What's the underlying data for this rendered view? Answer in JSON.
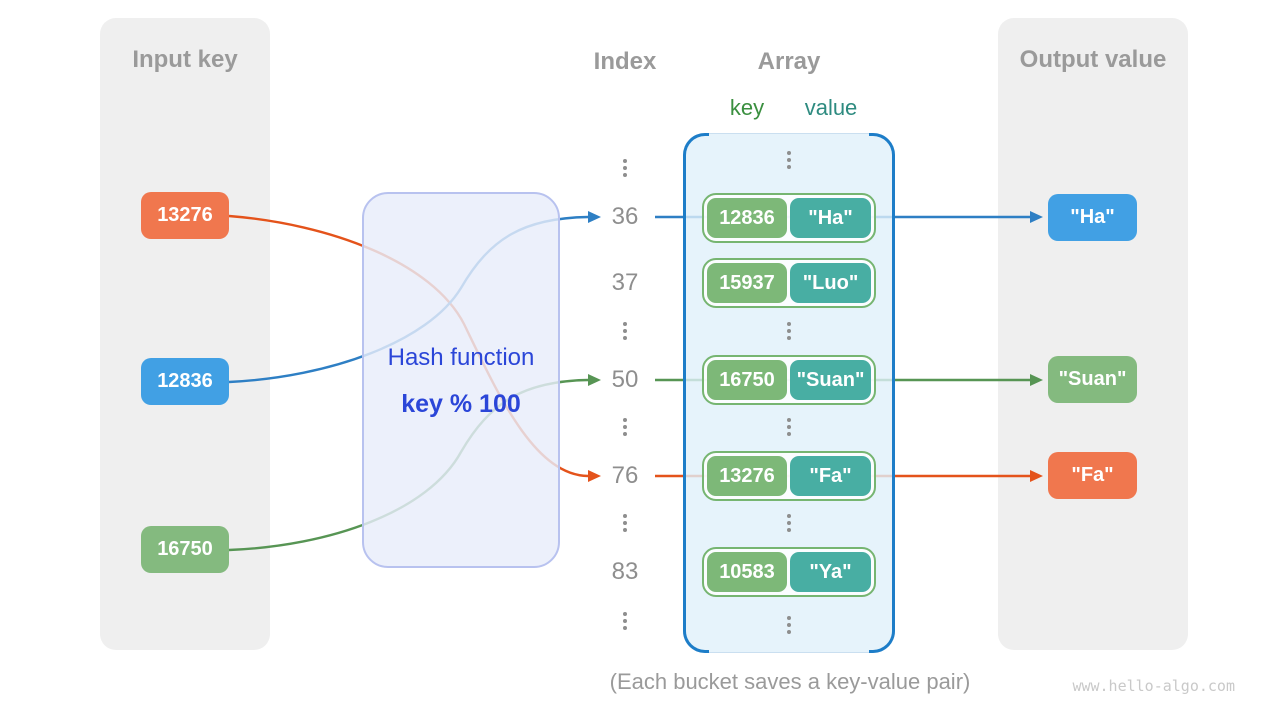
{
  "input_panel": {
    "title": "Input key",
    "keys": [
      {
        "label": "13276",
        "color": "#f0774e"
      },
      {
        "label": "12836",
        "color": "#41a0e4"
      },
      {
        "label": "16750",
        "color": "#84ba7f"
      }
    ]
  },
  "hash_box": {
    "title": "Hash function",
    "formula": "key % 100"
  },
  "index_column": {
    "title": "Index",
    "entries": [
      "36",
      "37",
      "50",
      "76",
      "83"
    ]
  },
  "array_box": {
    "title": "Array",
    "key_header": "key",
    "value_header": "value",
    "buckets": [
      {
        "index": "36",
        "key": "12836",
        "value": "\"Ha\""
      },
      {
        "index": "37",
        "key": "15937",
        "value": "\"Luo\""
      },
      {
        "index": "50",
        "key": "16750",
        "value": "\"Suan\""
      },
      {
        "index": "76",
        "key": "13276",
        "value": "\"Fa\""
      },
      {
        "index": "83",
        "key": "10583",
        "value": "\"Ya\""
      }
    ]
  },
  "output_panel": {
    "title": "Output value",
    "values": [
      {
        "label": "\"Ha\"",
        "color": "#41a0e4"
      },
      {
        "label": "\"Suan\"",
        "color": "#84ba7f"
      },
      {
        "label": "\"Fa\"",
        "color": "#f0774e"
      }
    ]
  },
  "caption": "(Each bucket saves a key-value pair)",
  "watermark": "www.hello-algo.com",
  "colors": {
    "panel_bg": "#efefef",
    "heading_text": "#9a9a9a",
    "index_text": "#8e8e8e",
    "orange_badge": "#f0774e",
    "orange_line": "#e4531b",
    "blue_badge": "#41a0e4",
    "blue_line": "#2e7fc4",
    "green_badge": "#84ba7f",
    "green_line": "#579554",
    "bucket_key_bg": "#7db878",
    "bucket_value_bg": "#48aea3",
    "bucket_border": "#76b571",
    "key_header_text": "#3a8f3f",
    "value_header_text": "#2e8b80",
    "hash_text": "#2b46d8",
    "hash_box_bg": "#e8edfa",
    "hash_box_border": "#b8c2ef",
    "array_box_bg": "#e0f0fa",
    "array_bracket": "#1d7dc8"
  }
}
